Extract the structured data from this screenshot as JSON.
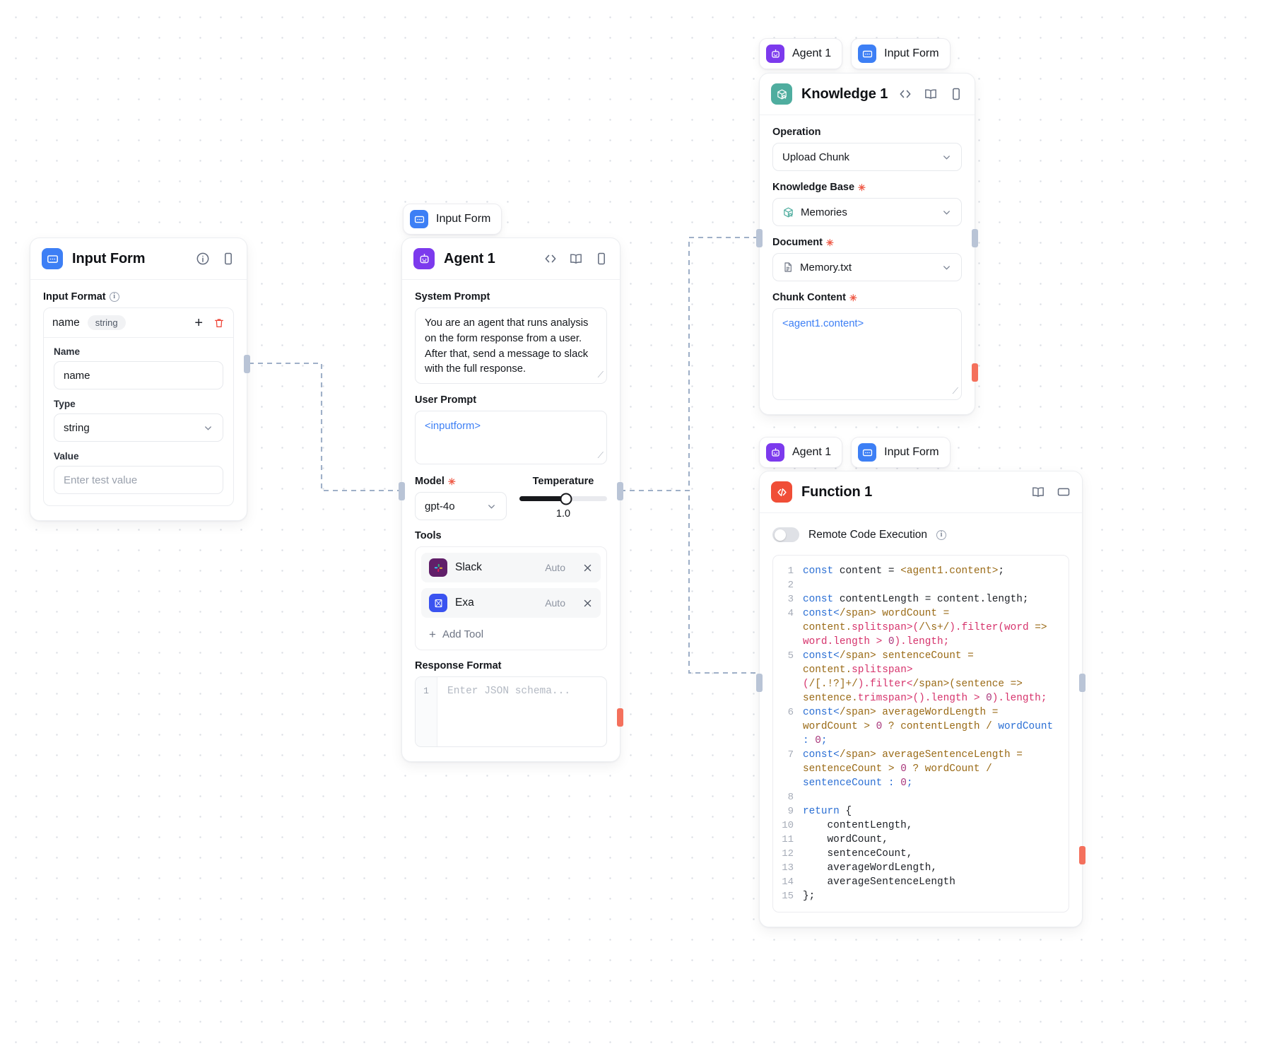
{
  "canvas": {
    "title": "workflow-canvas"
  },
  "nodes": {
    "input_form": {
      "title": "Input Form",
      "icon": "input-form-icon",
      "section_label": "Input Format",
      "field_row": {
        "name": "name",
        "type_pill": "string"
      },
      "name_label": "Name",
      "name_value": "name",
      "type_label": "Type",
      "type_value": "string",
      "value_label": "Value",
      "value_placeholder": "Enter test value"
    },
    "agent": {
      "chip_label": "Input Form",
      "title": "Agent 1",
      "icon": "agent-icon",
      "system_prompt_label": "System Prompt",
      "system_prompt_value": "You are an agent that runs analysis on the form response from a user. After that, send a message to slack with the full response.",
      "user_prompt_label": "User Prompt",
      "user_prompt_value": "<inputform>",
      "model_label": "Model",
      "model_value": "gpt-4o",
      "temperature_label": "Temperature",
      "temperature_value": "1.0",
      "temperature_percent": 53,
      "tools_label": "Tools",
      "tools": [
        {
          "name": "Slack",
          "mode": "Auto",
          "icon": "slack-icon"
        },
        {
          "name": "Exa",
          "mode": "Auto",
          "icon": "exa-icon"
        }
      ],
      "add_tool_label": "Add Tool",
      "response_format_label": "Response Format",
      "response_format_line": "1",
      "response_format_placeholder": "Enter JSON schema..."
    },
    "knowledge": {
      "chips": [
        {
          "label": "Agent 1",
          "icon": "agent-icon"
        },
        {
          "label": "Input Form",
          "icon": "input-form-icon"
        }
      ],
      "title": "Knowledge 1",
      "icon": "knowledge-icon",
      "operation_label": "Operation",
      "operation_value": "Upload Chunk",
      "knowledge_base_label": "Knowledge Base",
      "knowledge_base_value": "Memories",
      "document_label": "Document",
      "document_value": "Memory.txt",
      "chunk_content_label": "Chunk Content",
      "chunk_content_value": "<agent1.content>"
    },
    "function": {
      "chips": [
        {
          "label": "Agent 1",
          "icon": "agent-icon"
        },
        {
          "label": "Input Form",
          "icon": "input-form-icon"
        }
      ],
      "title": "Function 1",
      "icon": "function-icon",
      "remote_code_label": "Remote Code Execution",
      "remote_code_enabled": false,
      "code_lines": [
        {
          "n": "1",
          "text": "const content = <agent1.content>;"
        },
        {
          "n": "2",
          "text": ""
        },
        {
          "n": "3",
          "text": "const contentLength = content.length;"
        },
        {
          "n": "4",
          "text": "const wordCount = content.split(/\\s+/).filter(word => word.length > 0).length;"
        },
        {
          "n": "5",
          "text": "const sentenceCount = content.split(/[.!?]+/).filter(sentence => sentence.trim().length > 0).length;"
        },
        {
          "n": "6",
          "text": "const averageWordLength = wordCount > 0 ? contentLength / wordCount : 0;"
        },
        {
          "n": "7",
          "text": "const averageSentenceLength = sentenceCount > 0 ? wordCount / sentenceCount : 0;"
        },
        {
          "n": "8",
          "text": ""
        },
        {
          "n": "9",
          "text": "return {"
        },
        {
          "n": "10",
          "text": "    contentLength,"
        },
        {
          "n": "11",
          "text": "    wordCount,"
        },
        {
          "n": "12",
          "text": "    sentenceCount,"
        },
        {
          "n": "13",
          "text": "    averageWordLength,"
        },
        {
          "n": "14",
          "text": "    averageSentenceLength"
        },
        {
          "n": "15",
          "text": "};"
        }
      ]
    }
  },
  "colors": {
    "input_form": "#3d7ff5",
    "agent": "#7c3aed",
    "knowledge": "#4fad9f",
    "function": "#f04e37",
    "variable": "#3d7ff5",
    "required": "#ef5a47",
    "port_in": "#b9c4d6",
    "port_out": "#f4705c"
  }
}
